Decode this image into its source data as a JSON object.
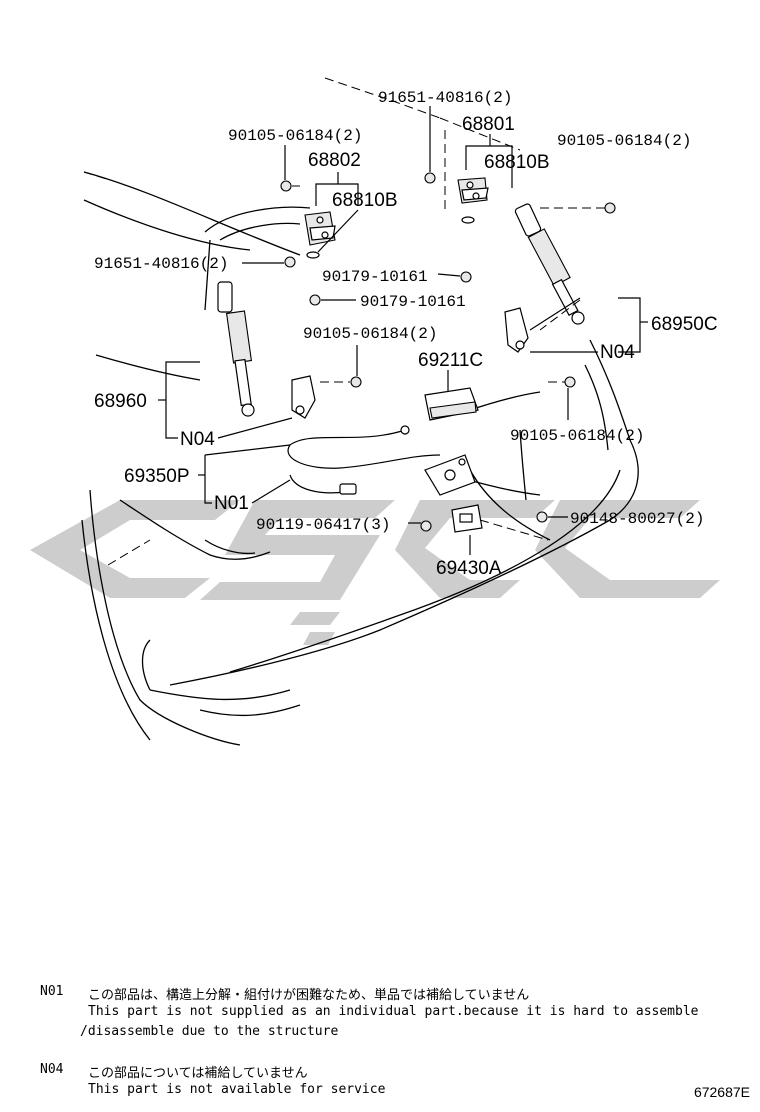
{
  "parts": {
    "p91651_top": "91651-40816(2)",
    "p68801": "68801",
    "p90105_topleft": "90105-06184(2)",
    "p90105_topright": "90105-06184(2)",
    "p68802": "68802",
    "p68810B_right": "68810B",
    "p68810B_left": "68810B",
    "p91651_left": "91651-40816(2)",
    "p90179_a": "90179-10161",
    "p90179_b": "90179-10161",
    "p68950C": "68950C",
    "p90105_mid": "90105-06184(2)",
    "n04_right": "N04",
    "p69211C": "69211C",
    "p68960": "68960",
    "p90105_lowright": "90105-06184(2)",
    "n04_left": "N04",
    "p69350P": "69350P",
    "n01": "N01",
    "p90119": "90119-06417(3)",
    "p90148": "90148-80027(2)",
    "p69430A": "69430A"
  },
  "notes": {
    "n01_code": "N01",
    "n01_jp": "この部品は、構造上分解・組付けが困難なため、単品では補給していません",
    "n01_en1": "This part is not supplied as an individual part.because it is hard to assemble",
    "n01_en2": "/disassemble due to the structure",
    "n04_code": "N04",
    "n04_jp": "この部品については補給していません",
    "n04_en": "This part is not available for service"
  },
  "reference_code": "672687E",
  "colors": {
    "line": "#000000",
    "watermark": "#c8c8c8",
    "background": "#ffffff"
  }
}
